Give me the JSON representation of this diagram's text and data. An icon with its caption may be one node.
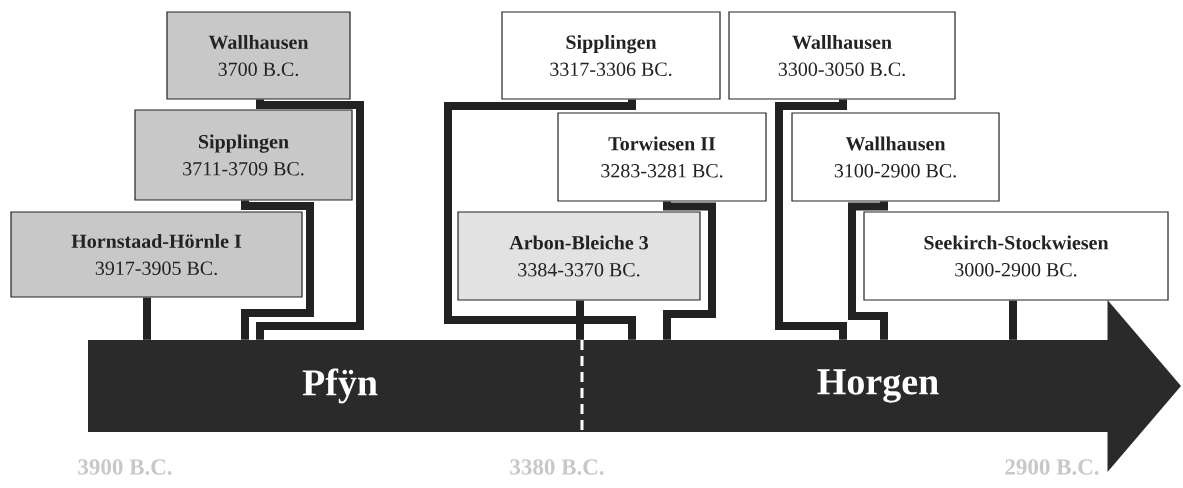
{
  "diagram": {
    "nodes": [
      {
        "text": [
          "Wallhausen",
          "3700 B.C."
        ]
      },
      {
        "text": [
          "Sipplingen",
          "3711-3709 BC."
        ]
      },
      {
        "text": [
          "Hornstaad-Hörnle I",
          "3917-3905 BC."
        ]
      },
      {
        "text": [
          "Sipplingen",
          "3317-3306 BC."
        ]
      },
      {
        "text": [
          "Wallhausen",
          "3300-3050 B.C."
        ]
      },
      {
        "text": [
          "Torwiesen II",
          "3283-3281 BC."
        ]
      },
      {
        "text": [
          "Wallhausen",
          "3100-2900 BC."
        ]
      },
      {
        "text": [
          "Arbon-Bleiche 3",
          "3384-3370 BC."
        ]
      },
      {
        "text": [
          "Seekirch-Stockwiesen",
          "3000-2900 BC."
        ]
      },
      {
        "text": [
          "Pfÿn",
          "Horgen"
        ]
      }
    ],
    "edges": [
      {
        "from": 0,
        "to": 9,
        "arrow": "none"
      },
      {
        "from": 1,
        "to": 9,
        "arrow": "none"
      },
      {
        "from": 2,
        "to": 9,
        "arrow": "none"
      },
      {
        "from": 3,
        "to": 9,
        "arrow": "none"
      },
      {
        "from": 5,
        "to": 9,
        "arrow": "none"
      },
      {
        "from": 7,
        "to": 9,
        "arrow": "none"
      },
      {
        "from": 4,
        "to": 9,
        "arrow": "none"
      },
      {
        "from": 6,
        "to": 9,
        "arrow": "none"
      },
      {
        "from": 8,
        "to": 9,
        "arrow": "none"
      }
    ],
    "labels": [
      "3900 B.C.",
      "3380 B.C.",
      "2900 B.C."
    ]
  }
}
